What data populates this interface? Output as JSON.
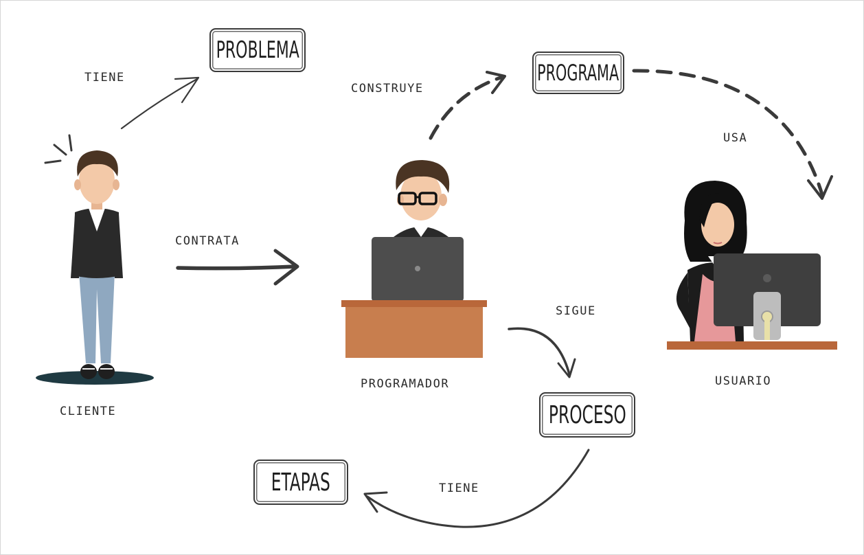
{
  "nodes": {
    "problema": "PROBLEMA",
    "programa": "PROGRAMA",
    "proceso": "PROCESO",
    "etapas": "ETAPAS"
  },
  "actors": {
    "cliente": "CLIENTE",
    "programador": "PROGRAMADOR",
    "usuario": "USUARIO"
  },
  "edges": {
    "cliente_problema": "TIENE",
    "programador_programa": "CONSTRUYE",
    "programa_usuario": "USA",
    "cliente_programador": "CONTRATA",
    "programador_proceso": "SIGUE",
    "proceso_etapas": "TIENE"
  },
  "colors": {
    "ink": "#3a3a3a",
    "desk_top": "#b9673a",
    "desk_front": "#c87e4e",
    "laptop": "#4d4d4d",
    "jacket": "#2a2a2a",
    "jeans": "#8fa8c0",
    "skin": "#f3c9a8",
    "hair": "#4a3423",
    "dress": "#e6989a",
    "shadow": "#1f3a42"
  }
}
